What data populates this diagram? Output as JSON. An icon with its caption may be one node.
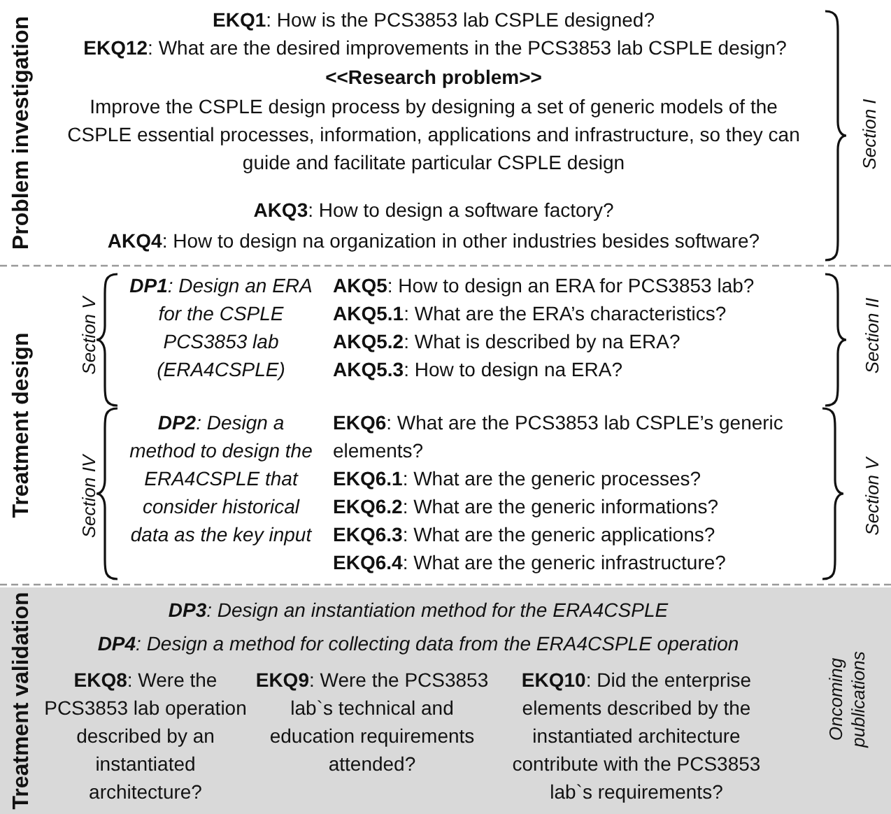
{
  "diagram": {
    "nodes": [
      {
        "text": [
          "Problem investigation",
          "**EKQ1**: How is the PCS3853 lab CSPLE designed?",
          "**EKQ12**: What are the desired improvements in the PCS3853 lab CSPLE design?",
          "<<Research problem>>",
          "Improve the CSPLE design process by designing a set of generic models of the CSPLE essential processes, information, applications and infrastructure, so they can guide and facilitate particular CSPLE design",
          "**AKQ3**: How to design a software factory?",
          "**AKQ4**: How to design na organization in other industries besides software?"
        ],
        "beside": [
          "Section I"
        ]
      },
      {
        "text": [
          "Treatment design"
        ]
      },
      {
        "text": [
          "**DP1**: Design an ERA for the CSPLE PCS3853 lab (ERA4CSPLE)"
        ],
        "in": 1,
        "beside": [
          "Section V"
        ]
      },
      {
        "text": [
          "**AKQ5**: How to design an ERA for PCS3853 lab?",
          "**AKQ5.1**: What are the ERA’s characteristics?",
          "**AKQ5.2**: What is described by na ERA?",
          "**AKQ5.3**: How to design na ERA?"
        ],
        "in": 1
      },
      {
        "text": [
          "**DP2**: Design a method to design the ERA4CSPLE that consider historical data as the key input"
        ],
        "in": 1,
        "beside": [
          "Section IV"
        ]
      },
      {
        "text": [
          "**EKQ6**: What are the PCS3853 lab CSPLE’s generic elements?",
          "**EKQ6.1**: What are the generic processes?",
          "**EKQ6.2**: What are the generic informations?",
          "**EKQ6.3**: What are the generic applications?",
          "**EKQ6.4**: What are the generic infrastructure?"
        ],
        "in": 1
      },
      {
        "text": [
          "Treatment validation",
          "**DP3**: Design an instantiation method for the ERA4CSPLE",
          "**DP4**: Design a method for collecting data from the ERA4CSPLE operation",
          "**EKQ8**: Were the PCS3853 lab operation described by an instantiated architecture?",
          "**EKQ9**: Were the PCS3853 lab`s technical and education requirements attended?",
          "**EKQ10**: Did the enterprise elements described by the instantiated architecture contribute with the PCS3853 lab`s requirements?",
          "Oncoming publications"
        ]
      }
    ],
    "labels": [
      "Section II",
      "Section V"
    ]
  }
}
